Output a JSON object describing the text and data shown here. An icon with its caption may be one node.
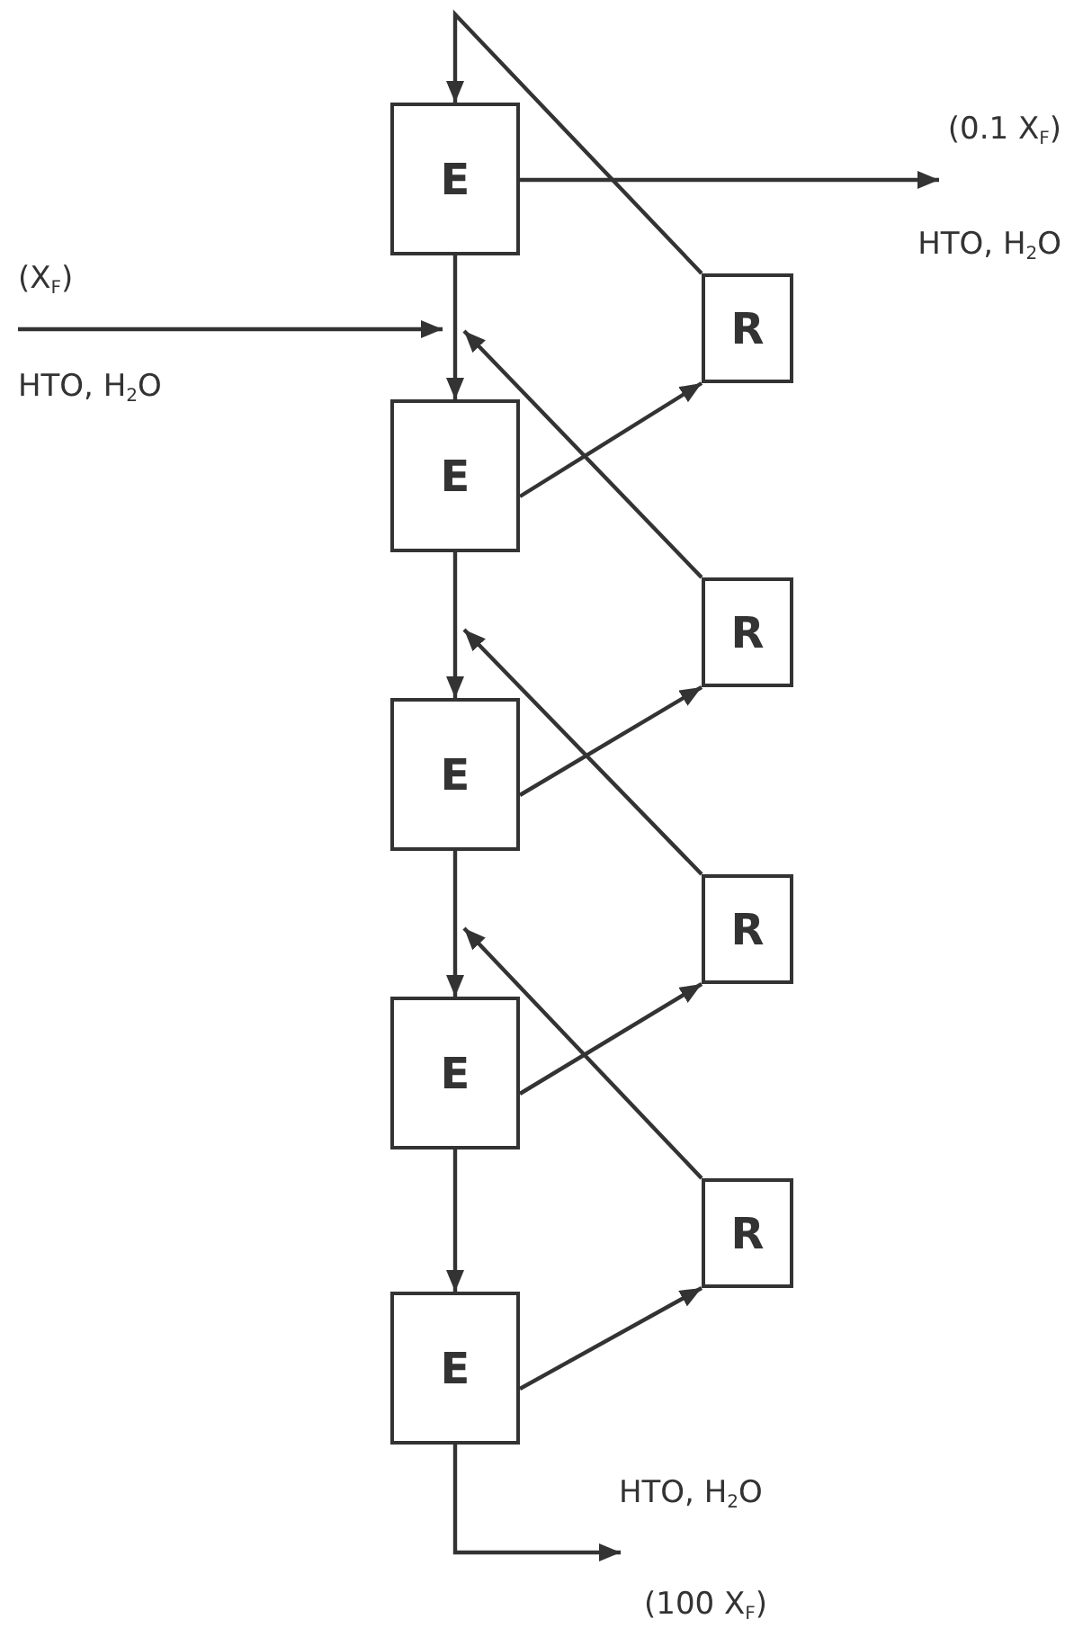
{
  "diagram": {
    "nodes": [
      {
        "text": [
          "E"
        ]
      },
      {
        "text": [
          "R"
        ]
      },
      {
        "text": [
          "E"
        ]
      },
      {
        "text": [
          "R"
        ]
      },
      {
        "text": [
          "E"
        ]
      },
      {
        "text": [
          "R"
        ]
      },
      {
        "text": [
          "E"
        ]
      },
      {
        "text": [
          "R"
        ]
      },
      {
        "text": [
          "E"
        ]
      }
    ],
    "edges": [
      {
        "from": 0,
        "to": 2,
        "arrow": "to"
      },
      {
        "from": 2,
        "to": 4,
        "arrow": "to"
      },
      {
        "from": 4,
        "to": 6,
        "arrow": "to"
      },
      {
        "from": 6,
        "to": 8,
        "arrow": "to"
      },
      {
        "from": 2,
        "to": 1,
        "arrow": "to"
      },
      {
        "from": 4,
        "to": 3,
        "arrow": "to"
      },
      {
        "from": 6,
        "to": 5,
        "arrow": "to"
      },
      {
        "from": 8,
        "to": 7,
        "arrow": "to"
      },
      {
        "from": 1,
        "to": 0,
        "arrow": "to"
      },
      {
        "from": 3,
        "to": 2,
        "arrow": "to"
      },
      {
        "from": 5,
        "to": 4,
        "arrow": "to"
      },
      {
        "from": 7,
        "to": 6,
        "arrow": "to"
      },
      {
        "from": null,
        "to": 2,
        "arrow": "to"
      },
      {
        "from": 0,
        "to": null,
        "arrow": "to"
      },
      {
        "from": 8,
        "to": null,
        "arrow": "to"
      }
    ],
    "labels": [
      "(0.1 X$_{F}$)",
      "HTO, H$_{2}$O",
      "(X$_{F}$)",
      "HTO, H$_{2}$O",
      "HTO, H$_{2}$O",
      "(100 X$_{F}$)"
    ]
  }
}
